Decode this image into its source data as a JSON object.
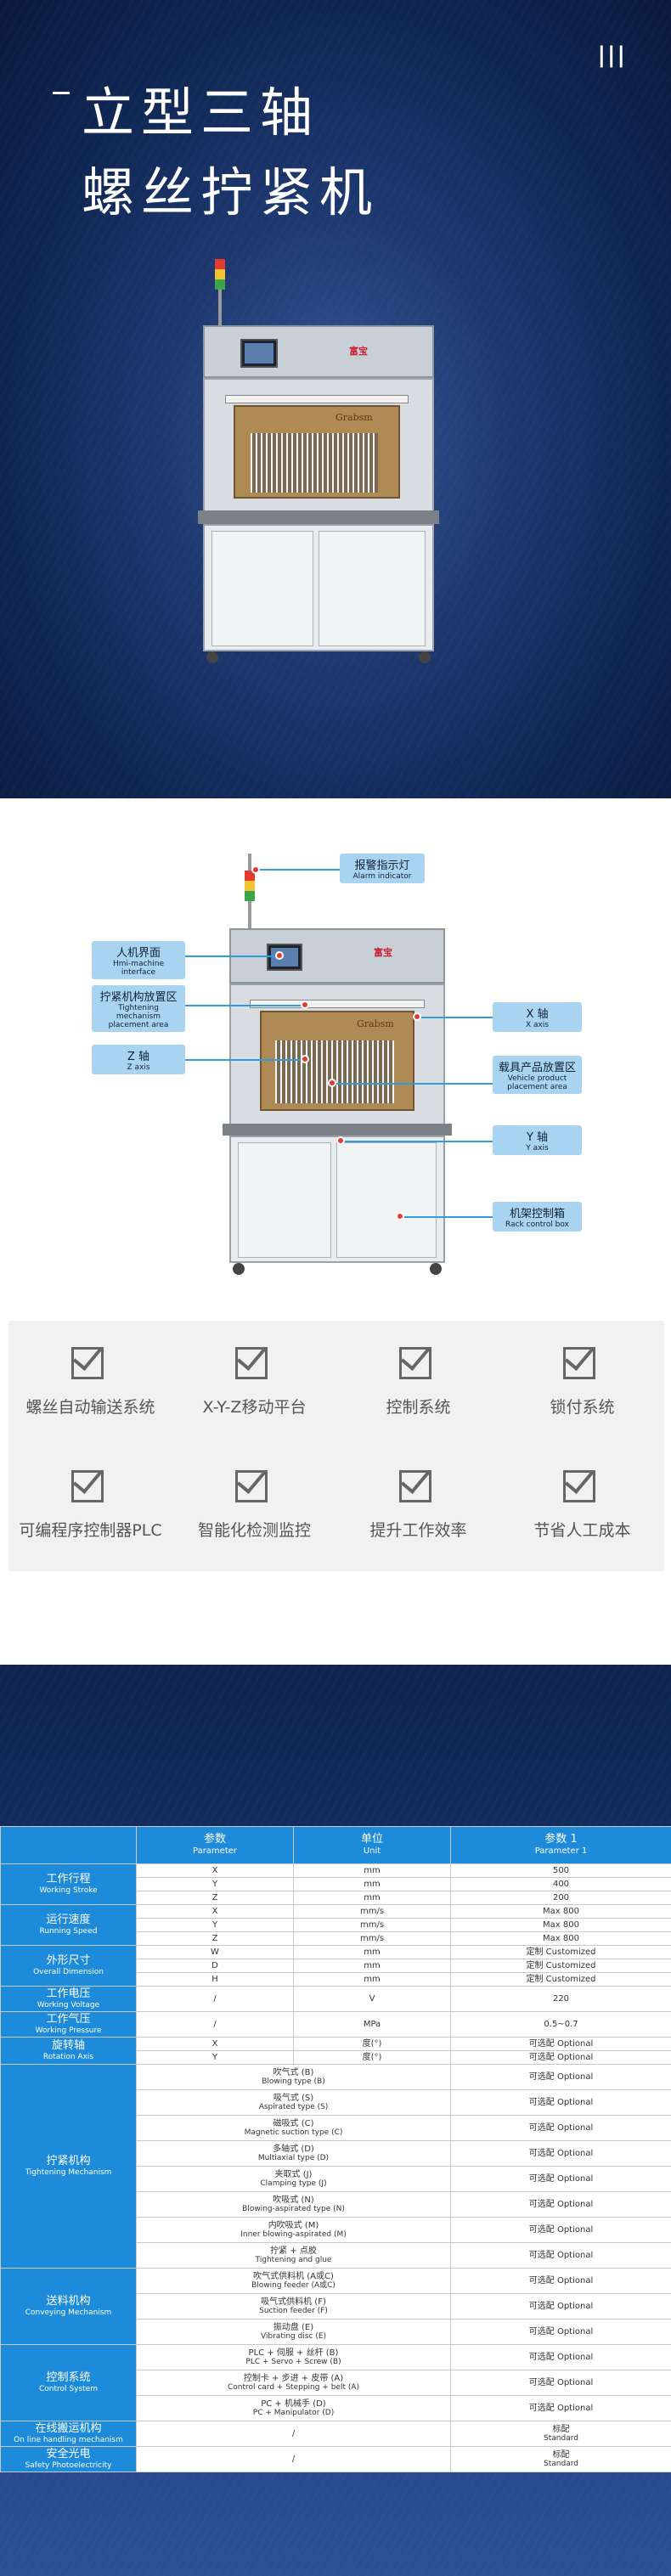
{
  "hero": {
    "menu_icon": "menu-icon",
    "title_line1": "立型三轴",
    "title_line2": "螺丝拧紧机",
    "machine_logo": "富宝",
    "machine_brand": "Grabsm"
  },
  "annotations": {
    "alarm": {
      "zh": "报警指示灯",
      "en": "Alarm indicator"
    },
    "hmi": {
      "zh": "人机界面",
      "en": "Hmi-machine interface"
    },
    "tighten": {
      "zh": "拧紧机构放置区",
      "en": "Tightening mechanism placement area"
    },
    "zaxis": {
      "zh": "Z 轴",
      "en": "Z axis"
    },
    "xaxis": {
      "zh": "X 轴",
      "en": "X axis"
    },
    "vehicle": {
      "zh": "载具产品放置区",
      "en": "Vehicle product placement area"
    },
    "yaxis": {
      "zh": "Y 轴",
      "en": "Y axis"
    },
    "rack": {
      "zh": "机架控制箱",
      "en": "Rack control box"
    }
  },
  "features": [
    "螺丝自动输送系统",
    "X-Y-Z移动平台",
    "控制系统",
    "锁付系统",
    "可编程序控制器PLC",
    "智能化检测监控",
    "提升工作效率",
    "节省人工成本"
  ],
  "table": {
    "headers": [
      {
        "zh": "参数",
        "en": "Parameter"
      },
      {
        "zh": "单位",
        "en": "Unit"
      },
      {
        "zh": "参数 1",
        "en": "Parameter 1"
      }
    ],
    "stroke": {
      "zh": "工作行程",
      "en": "Working Stroke",
      "rows": [
        [
          "X",
          "mm",
          "500"
        ],
        [
          "Y",
          "mm",
          "400"
        ],
        [
          "Z",
          "mm",
          "200"
        ]
      ]
    },
    "speed": {
      "zh": "运行速度",
      "en": "Running Speed",
      "rows": [
        [
          "X",
          "mm/s",
          "Max 800"
        ],
        [
          "Y",
          "mm/s",
          "Max 800"
        ],
        [
          "Z",
          "mm/s",
          "Max 800"
        ]
      ]
    },
    "dimension": {
      "zh": "外形尺寸",
      "en": "Overall Dimension",
      "rows": [
        [
          "W",
          "mm",
          "定制 Customized"
        ],
        [
          "D",
          "mm",
          "定制 Customized"
        ],
        [
          "H",
          "mm",
          "定制 Customized"
        ]
      ]
    },
    "voltage": {
      "zh": "工作电压",
      "en": "Working Voltage",
      "param": "/",
      "unit": "V",
      "value": "220"
    },
    "pressure": {
      "zh": "工作气压",
      "en": "Working Pressure",
      "param": "/",
      "unit": "MPa",
      "value": "0.5~0.7"
    },
    "rotation": {
      "zh": "旋转轴",
      "en": "Rotation Axis",
      "rows": [
        [
          "X",
          "度(°)",
          "可选配 Optional"
        ],
        [
          "Y",
          "度(°)",
          "可选配 Optional"
        ]
      ]
    },
    "mechanism": {
      "zh": "拧紧机构",
      "en": "Tightening Mechanism",
      "rows": [
        [
          "吹气式 (B)",
          "Blowing type (B)",
          "可选配 Optional"
        ],
        [
          "吸气式 (S)",
          "Aspirated type (S)",
          "可选配 Optional"
        ],
        [
          "磁吸式 (C)",
          "Magnetic suction type (C)",
          "可选配 Optional"
        ],
        [
          "多轴式 (D)",
          "Multiaxial type (D)",
          "可选配 Optional"
        ],
        [
          "夹取式 (J)",
          "Clamping type (J)",
          "可选配 Optional"
        ],
        [
          "吹吸式 (N)",
          "Blowing-aspirated type (N)",
          "可选配 Optional"
        ],
        [
          "内吹吸式 (M)",
          "Inner blowing-aspirated (M)",
          "可选配 Optional"
        ],
        [
          "拧紧 + 点胶",
          "Tightening and glue",
          "可选配 Optional"
        ]
      ]
    },
    "conveying": {
      "zh": "送料机构",
      "en": "Conveying Mechanism",
      "rows": [
        [
          "吹气式供料机 (A或C)",
          "Blowing feeder (A或C)",
          "可选配 Optional"
        ],
        [
          "吸气式供料机 (F)",
          "Suction feeder (F)",
          "可选配 Optional"
        ],
        [
          "振动盘 (E)",
          "Vibrating disc (E)",
          "可选配 Optional"
        ]
      ]
    },
    "control": {
      "zh": "控制系统",
      "en": "Control System",
      "rows": [
        [
          "PLC + 伺服 + 丝杆 (B)",
          "PLC + Servo + Screw (B)",
          "可选配 Optional"
        ],
        [
          "控制卡 + 步进 + 皮带 (A)",
          "Control card + Stepping + belt (A)",
          "可选配 Optional"
        ],
        [
          "PC + 机械手 (D)",
          "PC + Manipulator (D)",
          "可选配 Optional"
        ]
      ]
    },
    "online": {
      "zh": "在线搬运机构",
      "en": "On line handling mechanism",
      "param": "/",
      "value_zh": "标配",
      "value_en": "Standard"
    },
    "safety": {
      "zh": "安全光电",
      "en": "Safety Photoelectricity",
      "param": "/",
      "value_zh": "标配",
      "value_en": "Standard"
    }
  }
}
